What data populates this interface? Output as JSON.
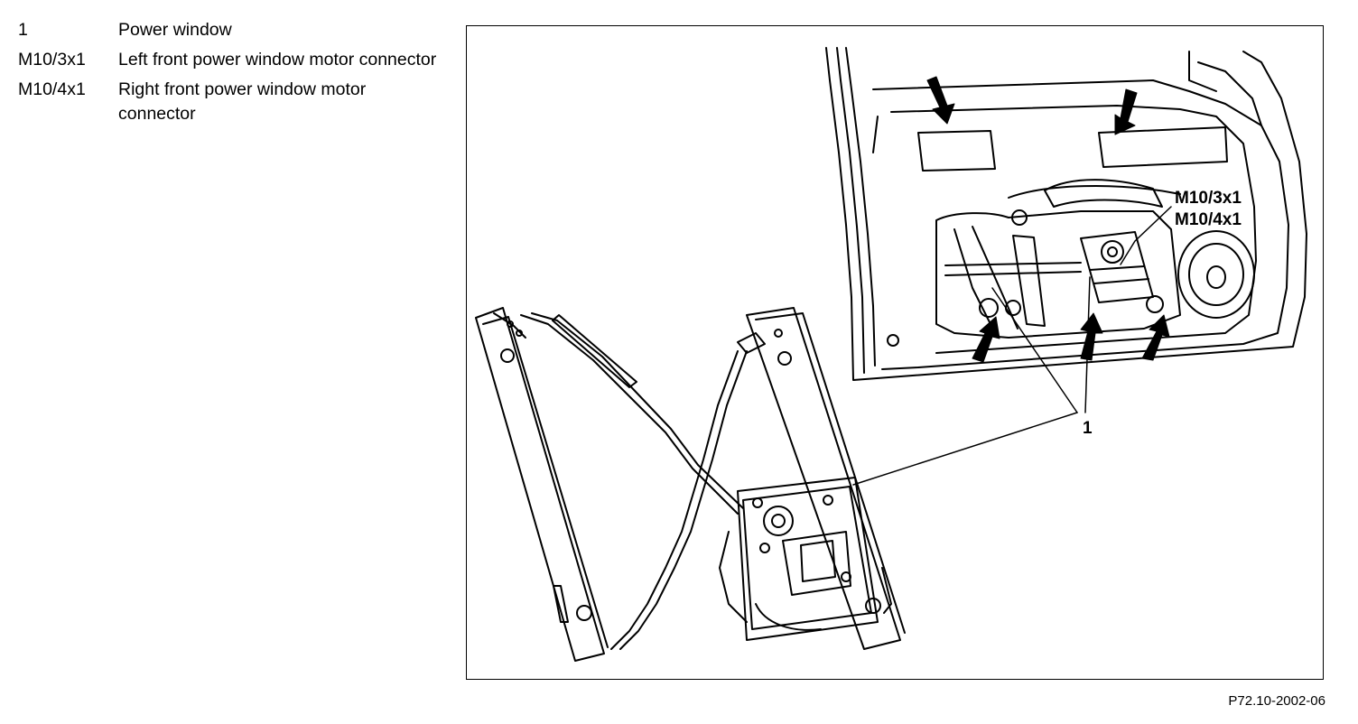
{
  "legend": [
    {
      "key": "1",
      "desc": "Power window"
    },
    {
      "key": "M10/3x1",
      "desc": "Left front power window motor connector"
    },
    {
      "key": "M10/4x1",
      "desc": "Right front power window motor connector"
    }
  ],
  "callouts": {
    "m103": "M10/3x1",
    "m104": "M10/4x1",
    "one": "1"
  },
  "figure_code": "P72.10-2002-06"
}
